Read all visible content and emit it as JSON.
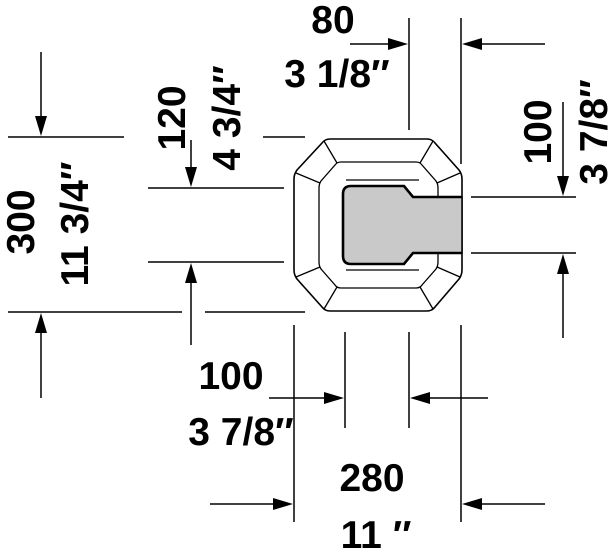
{
  "dimensions": {
    "d80_mm": "80",
    "d80_in": "3 1/8″",
    "d120_mm": "120",
    "d120_in": "4 3/4″",
    "d300_mm": "300",
    "d300_in": "11 3/4″",
    "d100_right_mm": "100",
    "d100_right_in": "3 7/8″",
    "d100_bottom_mm": "100",
    "d100_bottom_in": "3 7/8″",
    "d280_mm": "280",
    "d280_in": "11 ″"
  },
  "colors": {
    "line": "#000000",
    "fill": "#ffffff",
    "bar": "#c9c9c9"
  }
}
